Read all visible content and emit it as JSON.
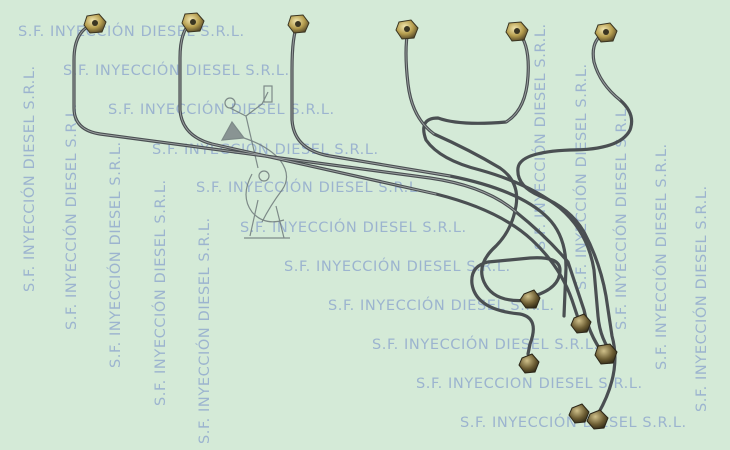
{
  "image": {
    "subject": "fuel-injection-pipe-set",
    "background_color": "#d4ead7",
    "pipe_color": "#4a4f52",
    "watermark_color": "#9cb4cf",
    "watermark_text": "S.F. INYECCIÓN DIESEL S.R.L.",
    "watermark_text_alt": "S.F. INYECCION DIESEL S.R.L.",
    "logo": "mechanic-figure-logo"
  }
}
